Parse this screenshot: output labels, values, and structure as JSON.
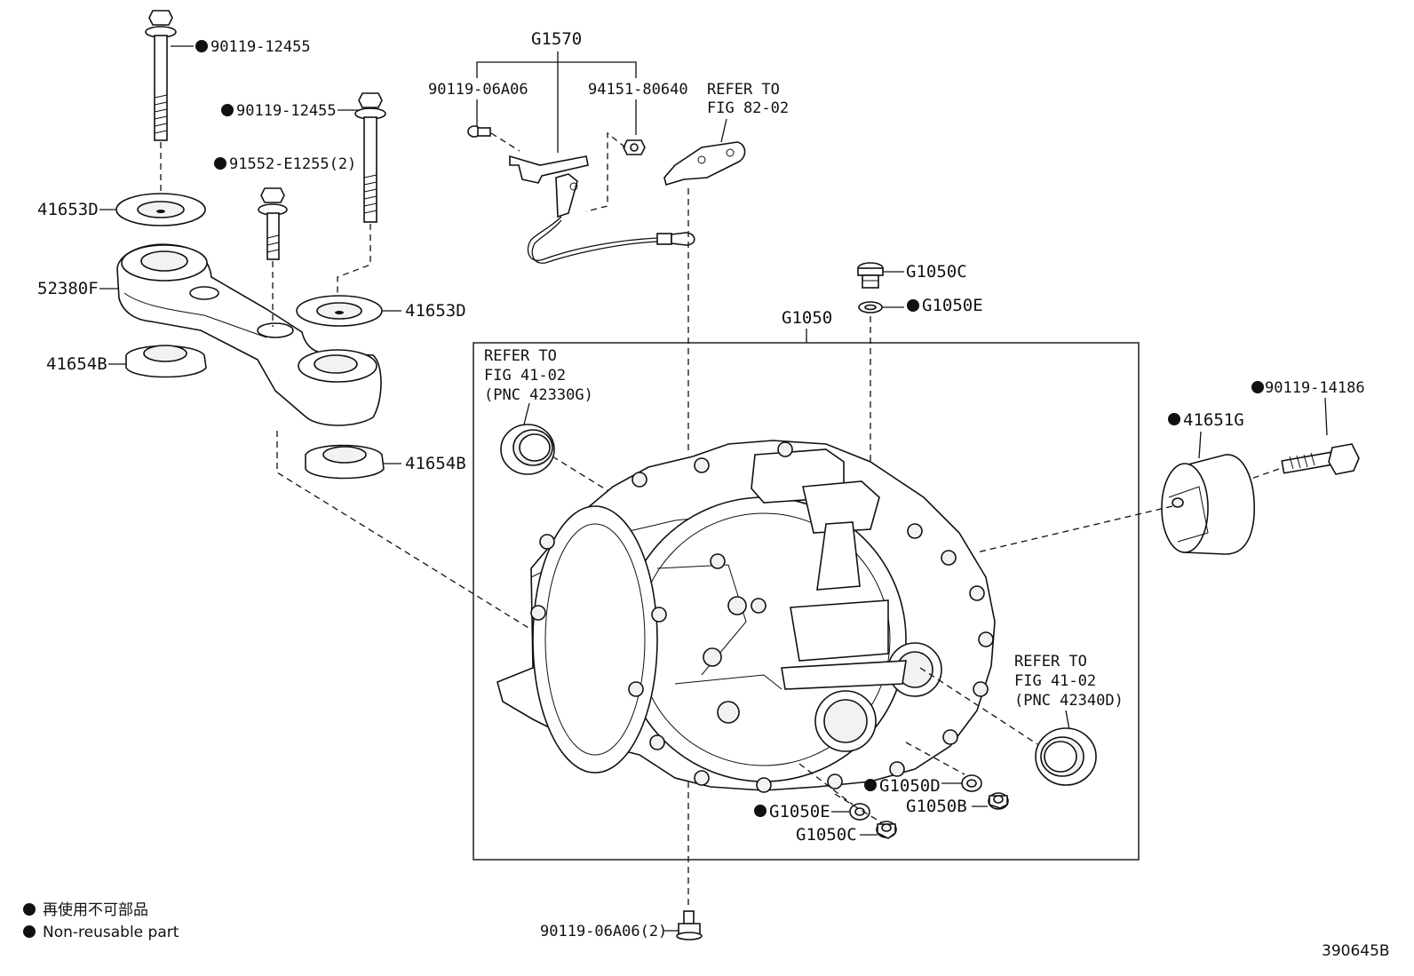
{
  "labels": {
    "bolt_top_left": "90119-12455",
    "bolt_top_mid": "90119-12455",
    "bolt_small": "91552-E1255(2)",
    "washer_top": "41653D",
    "mount_bracket": "52380F",
    "washer_mid": "41653D",
    "cushion_left": "41654B",
    "cushion_right": "41654B",
    "harness_group": "G1570",
    "harness_bolt": "90119-06A06",
    "harness_nut": "94151-80640",
    "refer_82_line1": "REFER TO",
    "refer_82_line2": "FIG 82-02",
    "plug_top": "G1050C",
    "gasket_top": "G1050E",
    "assembly": "G1050",
    "refer_seal_left_line1": "REFER TO",
    "refer_seal_left_line2": "FIG 41-02",
    "refer_seal_left_line3": "(PNC 42330G)",
    "refer_seal_right_line1": "REFER TO",
    "refer_seal_right_line2": "FIG 41-02",
    "refer_seal_right_line3": "(PNC 42340D)",
    "bolt_right": "90119-14186",
    "damper": "41651G",
    "gasket_lower_d": "G1050D",
    "plug_lower_b": "G1050B",
    "gasket_lower_e": "G1050E",
    "plug_lower_c": "G1050C",
    "bolt_bottom": "90119-06A06(2)"
  },
  "legend": {
    "line1": "再使用不可部品",
    "line2": "Non-reusable part"
  },
  "figure_id": "390645B",
  "icons": {
    "non_reusable_marker": "filled-circle"
  }
}
